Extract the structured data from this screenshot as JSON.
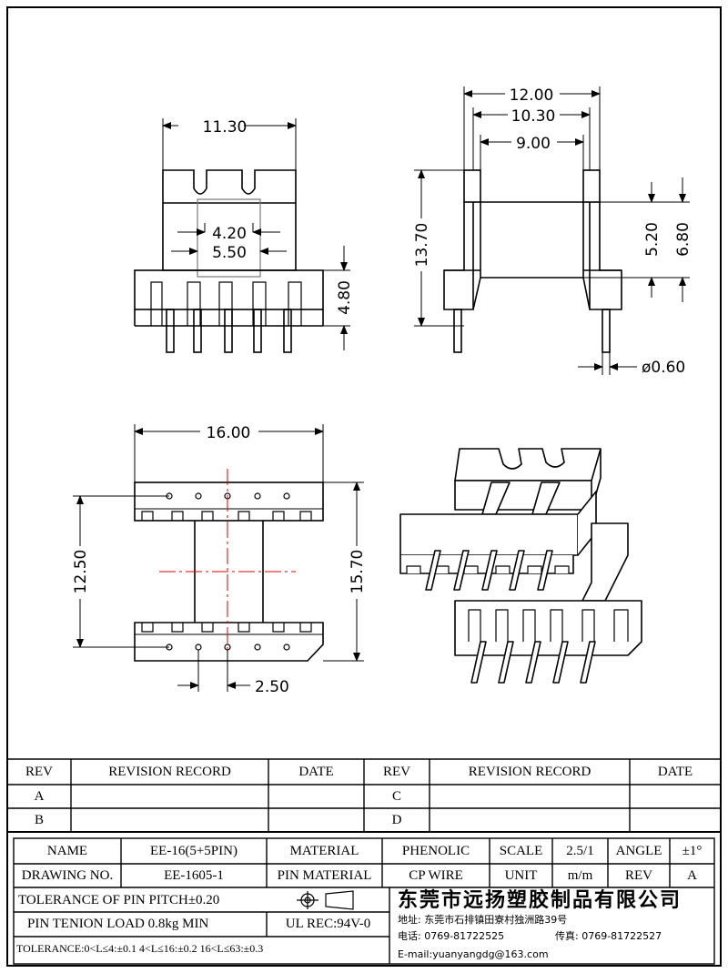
{
  "dimensions": {
    "front_width": "11.30",
    "window_inner": "4.20",
    "window_outer": "5.50",
    "flange_height": "4.80",
    "side_total_width": "12.00",
    "side_mid_width": "10.30",
    "side_inner_width": "9.00",
    "side_height": "13.70",
    "slot_inner": "5.20",
    "slot_outer": "6.80",
    "pin_diameter": "ø0.60",
    "bottom_width": "16.00",
    "row_spacing": "12.50",
    "bottom_depth": "15.70",
    "pin_pitch": "2.50"
  },
  "revision_table": {
    "rev_header": "REV",
    "record_header": "REVISION RECORD",
    "date_header": "DATE",
    "rows_left": [
      "A",
      "B"
    ],
    "rows_right": [
      "C",
      "D"
    ]
  },
  "title_block": {
    "name_label": "NAME",
    "name_value": "EE-16(5+5PIN)",
    "material_label": "MATERIAL",
    "material_value": "PHENOLIC",
    "scale_label": "SCALE",
    "scale_value": "2.5/1",
    "angle_label": "ANGLE",
    "angle_value": "±1°",
    "drawing_no_label": "DRAWING NO.",
    "drawing_no_value": "EE-1605-1",
    "pin_material_label": "PIN MATERIAL",
    "pin_material_value": "CP WIRE",
    "unit_label": "UNIT",
    "unit_value": "m/m",
    "rev_label": "REV",
    "rev_value": "A",
    "tolerance_pitch": "TOLERANCE OF PIN PITCH±0.20",
    "pin_tension": "PIN TENION LOAD 0.8kg MIN",
    "ul_rec": "UL REC:94V-0",
    "tolerance_ranges": "TOLERANCE:0<L≤4:±0.1  4<L≤16:±0.2  16<L≤63:±0.3",
    "company_name": "东莞市远扬塑胶制品有限公司",
    "address": "地址: 东莞市石排镇田寮村独洲路39号",
    "phone": "电话: 0769-81722525",
    "fax": "传真: 0769-81722527",
    "email": "E-mail:yuanyangdg@163.com"
  }
}
